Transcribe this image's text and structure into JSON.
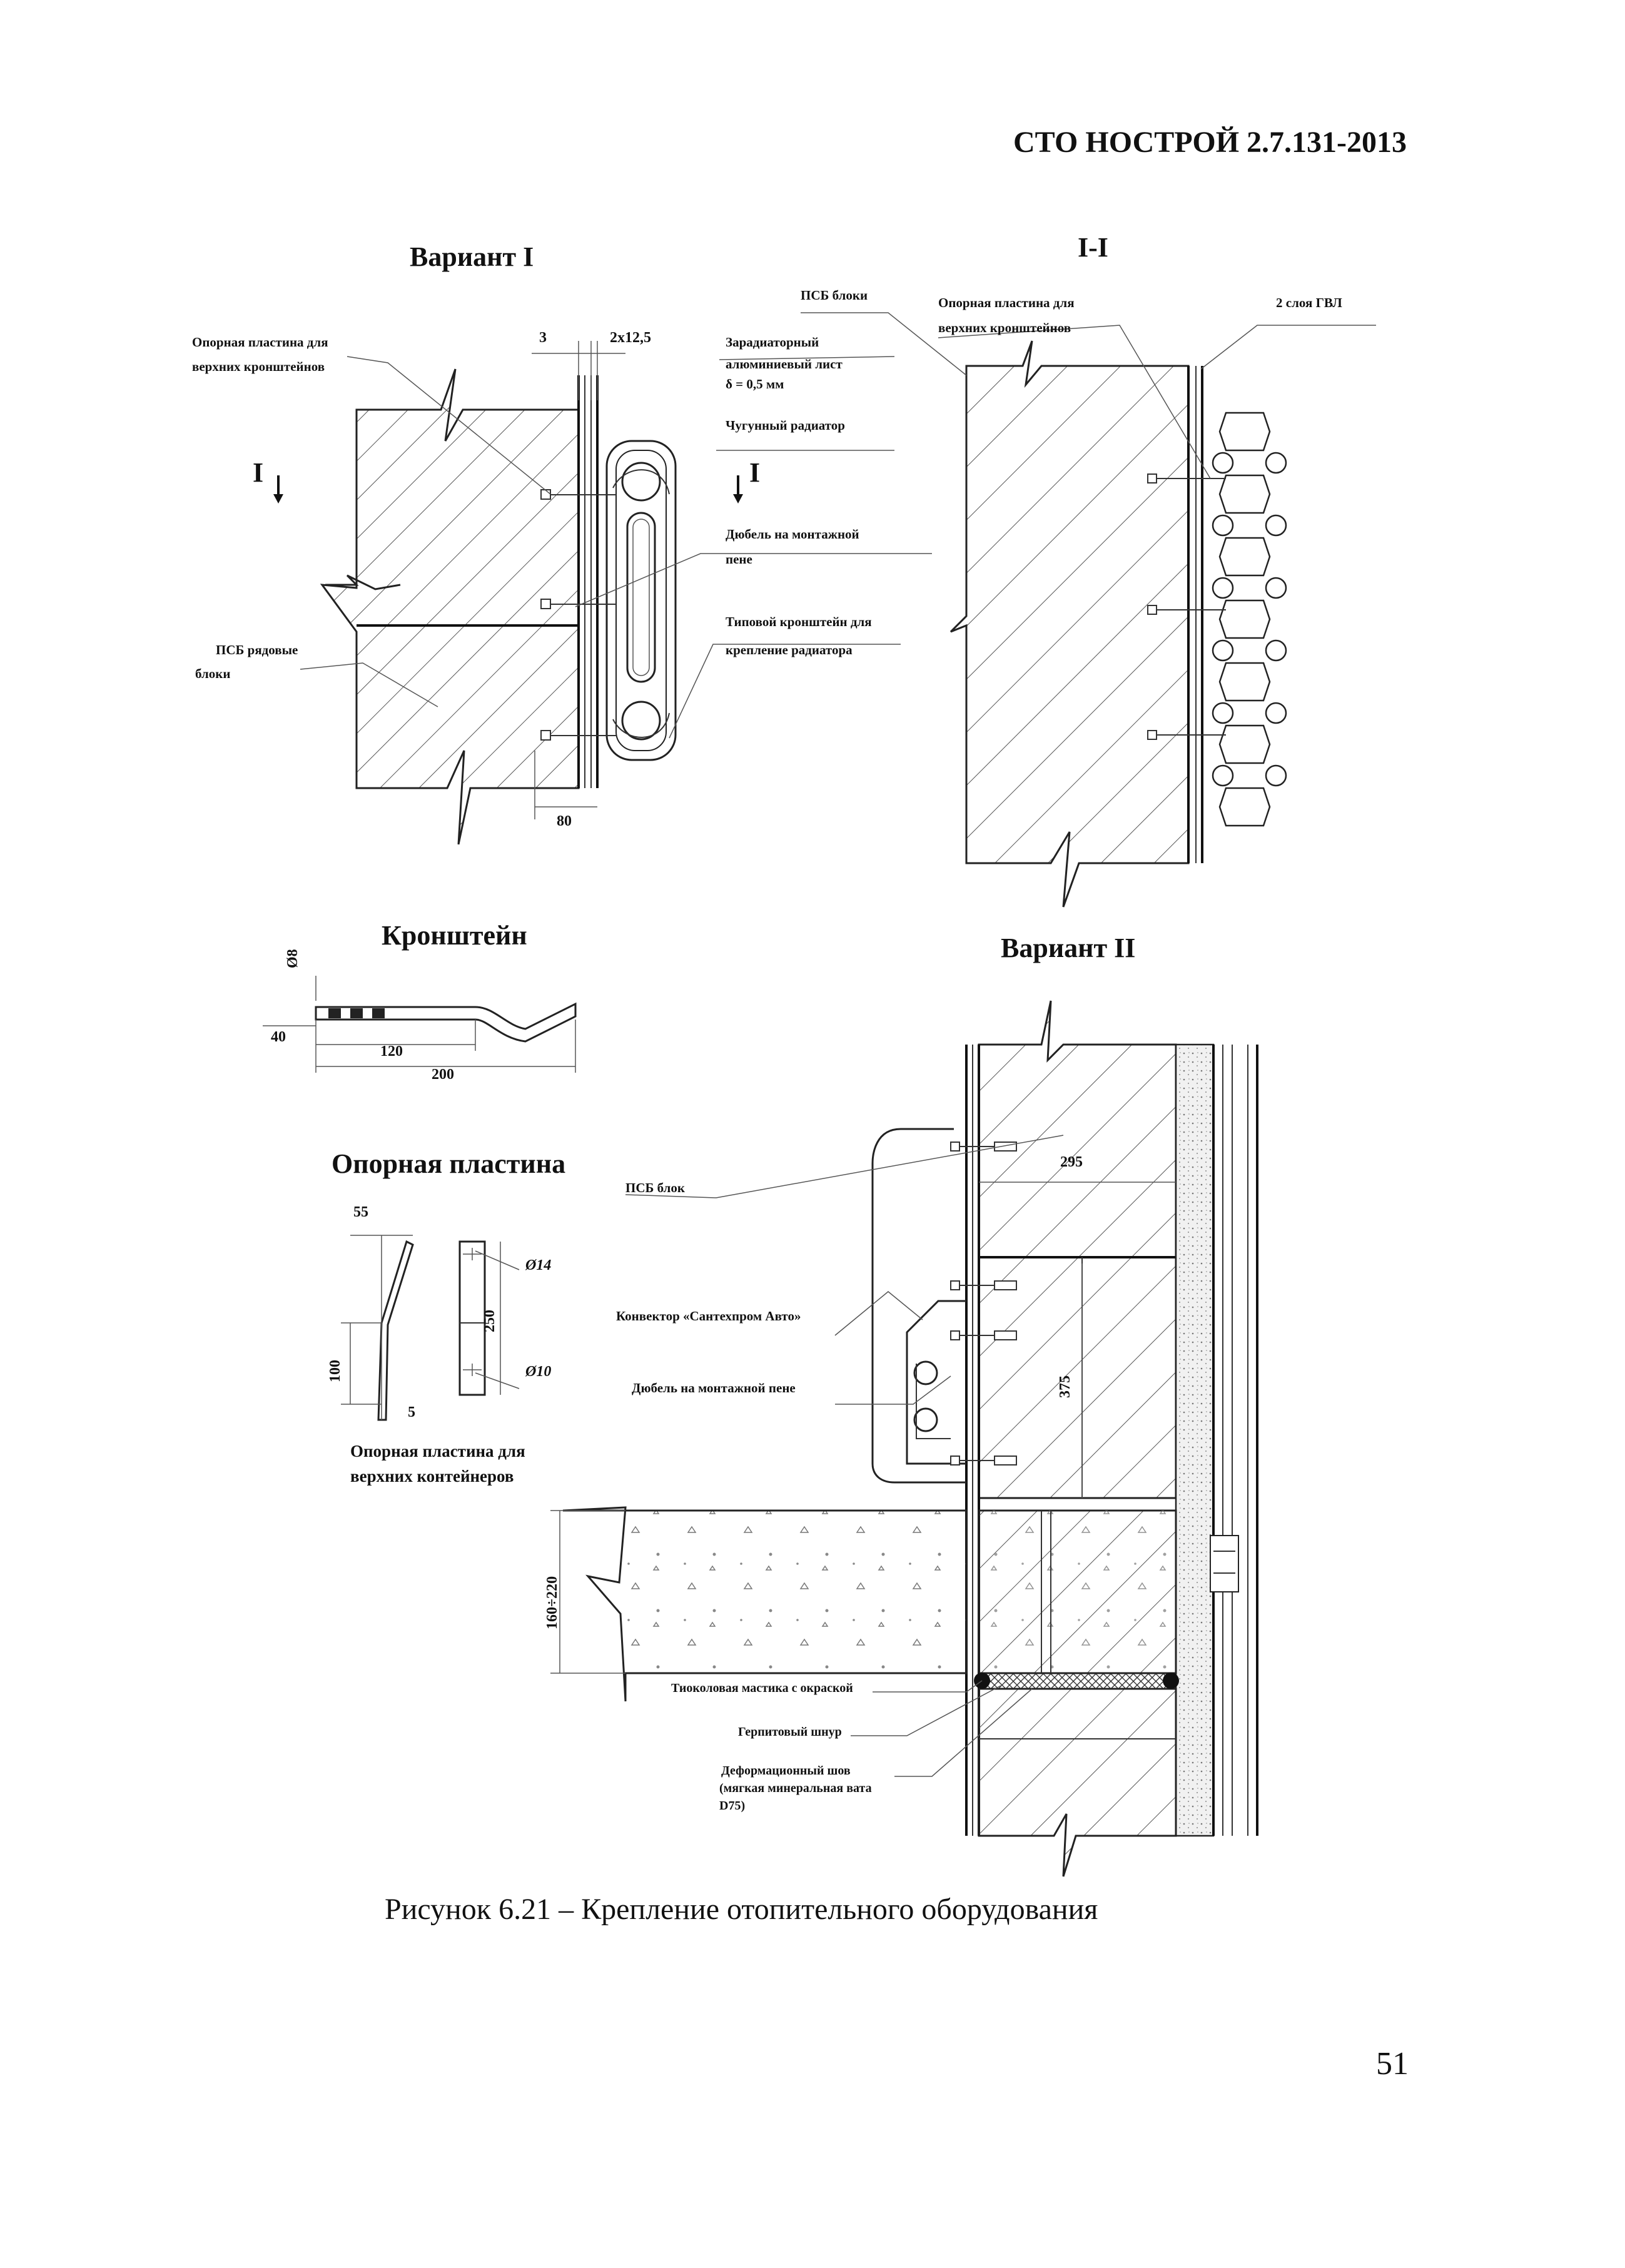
{
  "header": {
    "code": "СТО НОСТРОЙ 2.7.131-2013"
  },
  "variant1": {
    "title": "Вариант I",
    "dims": {
      "d3": "3",
      "d2x": "2х12,5",
      "d80": "80"
    },
    "section_marks": {
      "left": "I",
      "right": "I"
    },
    "labels": {
      "plate_line1": "Опорная пластина для",
      "plate_line2": "верхних кронштейнов",
      "foil_line1": "Зарадиаторный",
      "foil_line2": "алюминиевый лист",
      "foil_line3": "δ = 0,5 мм",
      "radiator": "Чугунный радиатор",
      "dowel_line1": "Дюбель на монтажной",
      "dowel_line2": "пене",
      "bracket_line1": "Типовой кронштейн для",
      "bracket_line2": "крепление радиатора",
      "psb_row_line1": "ПСБ рядовые",
      "psb_row_line2": "блоки"
    }
  },
  "section1": {
    "title": "I-I",
    "labels": {
      "psb": "ПСБ блоки",
      "plate_line1": "Опорная пластина для",
      "plate_line2": "верхних кронштейнов",
      "gvl": "2 слоя ГВЛ"
    }
  },
  "bracket": {
    "title": "Кронштейн",
    "dims": {
      "d8": "Ø8",
      "d40": "40",
      "d120": "120",
      "d200": "200"
    }
  },
  "plate": {
    "title": "Опорная пластина",
    "dims": {
      "d55": "55",
      "d100": "100",
      "d5": "5",
      "d250": "250",
      "d14": "Ø14",
      "d10": "Ø10"
    },
    "caption_line1": "Опорная пластина для",
    "caption_line2": "верхних контейнеров"
  },
  "variant2": {
    "title": "Вариант II",
    "dims": {
      "d295": "295",
      "d375": "375",
      "d160": "160÷220"
    },
    "labels": {
      "psb": "ПСБ блок",
      "convector": "Конвектор «Сантехпром Авто»",
      "dowel": "Дюбель на монтажной пене",
      "mastic": "Тиоколовая мастика с окраской",
      "cord": "Герпитовый шнур",
      "joint_line1": "Деформационный шов",
      "joint_line2": "(мягкая минеральная вата",
      "joint_line3": "D75)"
    }
  },
  "figure_caption": "Рисунок 6.21 – Крепление отопительного оборудования",
  "page_number": "51"
}
